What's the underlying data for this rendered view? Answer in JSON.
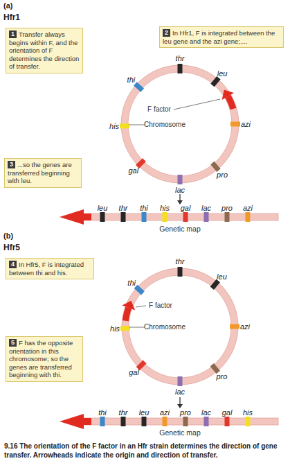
{
  "diagram": {
    "caption": "9.16 The orientation of the F factor in an Hfr strain determines the direction of gene transfer. Arrowheads indicate the origin and direction of transfer.",
    "nodes": [
      {
        "text": [
          "1",
          "Transfer always begins within F, and the orientation of F determines the direction of transfer."
        ]
      },
      {
        "text": [
          "2",
          "In Hfr1, F is integrated between the leu gene and the azi gene;...."
        ]
      },
      {
        "text": [
          "3",
          "...so the genes are transferred beginning with leu."
        ]
      },
      {
        "text": [
          "4",
          "In Hfr5, F is integrated between thi and his."
        ]
      },
      {
        "text": [
          "5",
          "F has the opposite orientation in this chromosome; so the genes are transferred beginning with thi."
        ]
      }
    ],
    "labels": [
      "(a)",
      "Hfr1",
      "thr",
      "leu",
      "thi",
      "azi",
      "his",
      "F factor",
      "Chromosome",
      "gal",
      "pro",
      "lac",
      "leu",
      "thr",
      "thi",
      "his",
      "gal",
      "lac",
      "pro",
      "azi",
      "Genetic map",
      "(b)",
      "Hfr5",
      "thr",
      "thi",
      "leu",
      "F factor",
      "his",
      "azi",
      "Chromosome",
      "gal",
      "pro",
      "lac",
      "thi",
      "thr",
      "leu",
      "azi",
      "pro",
      "lac",
      "gal",
      "his",
      "Genetic map"
    ]
  }
}
